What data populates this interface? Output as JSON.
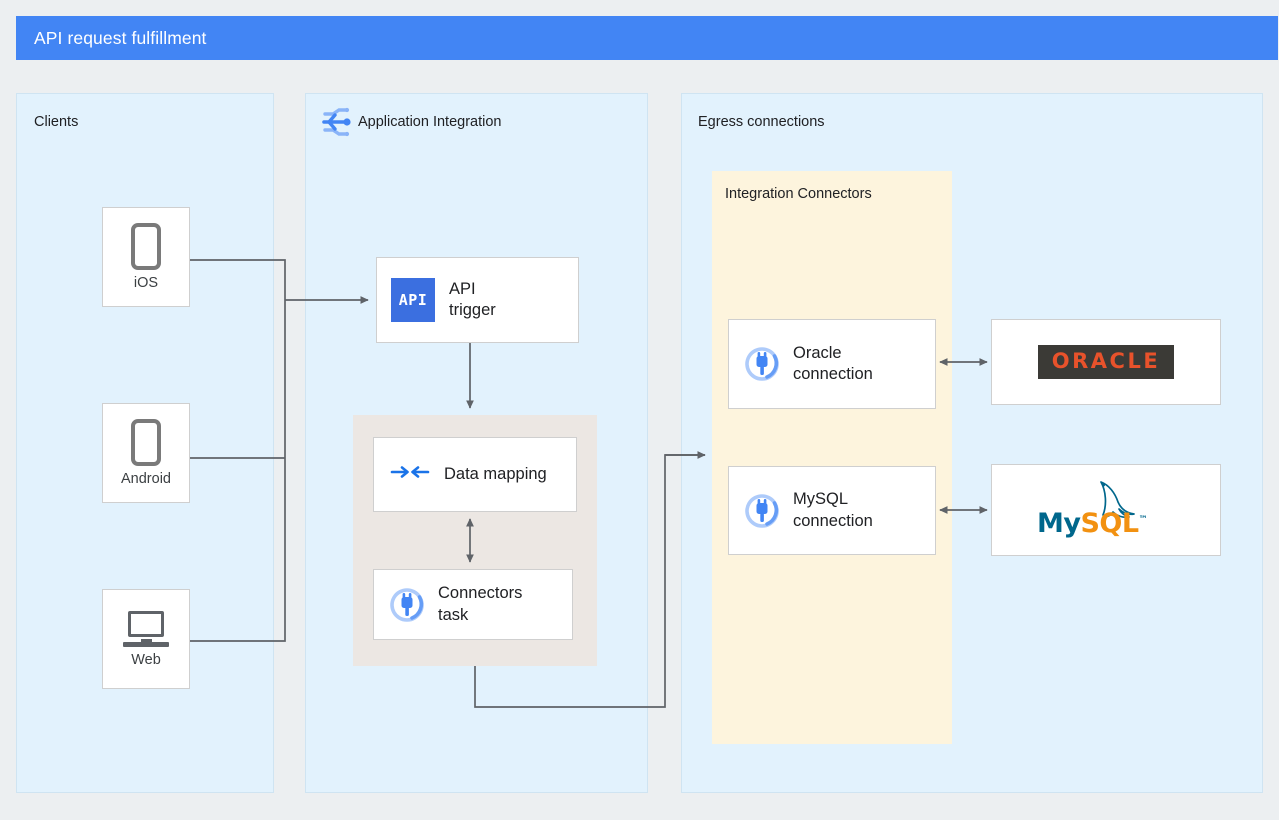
{
  "header": {
    "title": "API request fulfillment",
    "accent_color": "#4285f4"
  },
  "panels": {
    "clients": {
      "label": "Clients"
    },
    "app_integration": {
      "label": "Application Integration",
      "icon": "application-integration-icon"
    },
    "egress": {
      "label": "Egress connections"
    },
    "connectors": {
      "label": "Integration Connectors",
      "background_color": "#fdf4dd"
    }
  },
  "clients": [
    {
      "name": "iOS",
      "icon": "phone-icon"
    },
    {
      "name": "Android",
      "icon": "phone-icon"
    },
    {
      "name": "Web",
      "icon": "laptop-icon"
    }
  ],
  "integration_nodes": {
    "api_trigger": {
      "label": "API\ntrigger",
      "badge": "API",
      "icon": "api-badge-icon"
    },
    "data_mapping": {
      "label": "Data mapping",
      "icon": "data-mapping-icon"
    },
    "connectors_task": {
      "label": "Connectors\ntask",
      "icon": "plug-icon"
    }
  },
  "egress_nodes": [
    {
      "label": "Oracle\nconnection",
      "icon": "plug-icon"
    },
    {
      "label": "MySQL\nconnection",
      "icon": "plug-icon"
    }
  ],
  "databases": [
    {
      "name": "ORACLE",
      "logo": "oracle-logo",
      "mark_bg": "#3b3a36",
      "mark_fg": "#e8522b"
    },
    {
      "name": "MySQL",
      "logo": "mysql-logo",
      "my_color": "#00678c",
      "sql_color": "#f29111",
      "trademark": "™"
    }
  ],
  "colors": {
    "canvas": "#eceff1",
    "panel": "#e2f2fd",
    "task_group": "#ece7e3",
    "connector_panel": "#fdf4dd",
    "wire": "#5f6368"
  }
}
